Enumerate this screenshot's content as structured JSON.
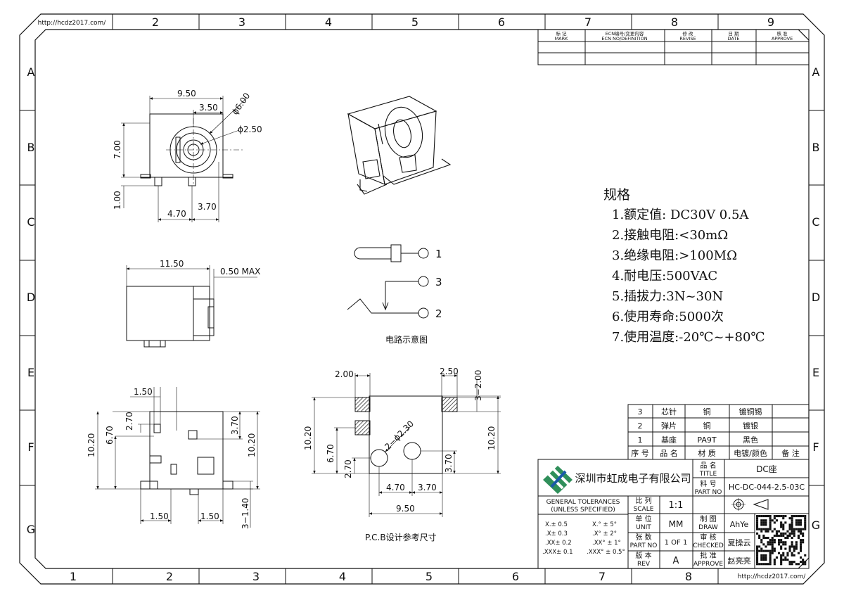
{
  "border": {
    "url": "http://hcdz2017.com/",
    "columns": [
      "1",
      "2",
      "3",
      "4",
      "5",
      "6",
      "7",
      "8",
      "9"
    ],
    "rows": [
      "A",
      "B",
      "C",
      "D",
      "E",
      "F",
      "G"
    ]
  },
  "revision_table": {
    "headers": [
      {
        "cn": "标 记",
        "en": "MARK"
      },
      {
        "cn": "ECN编号/变更内容",
        "en": "ECN NO/DEFINITION"
      },
      {
        "cn": "修 改",
        "en": "REVISE"
      },
      {
        "cn": "日 期",
        "en": "DATE"
      },
      {
        "cn": "核 准",
        "en": "APPROVE"
      }
    ]
  },
  "top_view": {
    "dim_width": "9.50",
    "dim_offset": "3.50",
    "dim_d6": "ϕ6.00",
    "dim_d25": "ϕ2.50",
    "dim_height": "7.00",
    "dim_pin_h": "1.00",
    "dim_pin1": "4.70",
    "dim_pin2": "3.70"
  },
  "side_view": {
    "dim_len": "11.50",
    "dim_max": "0.50 MAX"
  },
  "bottom_view": {
    "d150_top": "1.50",
    "d270": "2.70",
    "d670": "6.70",
    "d1020_left": "10.20",
    "d370": "3.70",
    "d1020_right": "10.20",
    "d150_bl": "1.50",
    "d150_br": "1.50",
    "d3140": "3−1.40"
  },
  "pcb_view": {
    "d200": "2.00",
    "d250": "2.50",
    "d3200": "3−2.00",
    "d1020_left": "10.20",
    "d670": "6.70",
    "d270": "2.70",
    "hole": "2−ϕ2.30",
    "d470": "4.70",
    "d370_h": "3.70",
    "d370_v": "3.70",
    "d950": "9.50",
    "d1020_right": "10.20",
    "caption": "P.C.B设计参考尺寸"
  },
  "circuit": {
    "pin1": "1",
    "pin3": "3",
    "pin2": "2",
    "caption": "电路示意图"
  },
  "specs": {
    "title": "规格",
    "lines": [
      "1.额定值: DC30V 0.5A",
      "2.接触电阻:<30mΩ",
      "3.绝缘电阻:>100MΩ",
      "4.耐电压:500VAC",
      "5.插拔力:3N~30N",
      "6.使用寿命:5000次",
      "7.使用温度:-20℃~+80℃"
    ]
  },
  "bom": {
    "rows": [
      {
        "no": "3",
        "name": "芯针",
        "material": "铜",
        "finish": "镀铜锡",
        "note": ""
      },
      {
        "no": "2",
        "name": "弹片",
        "material": "铜",
        "finish": "镀银",
        "note": ""
      },
      {
        "no": "1",
        "name": "基座",
        "material": "PA9T",
        "finish": "黑色",
        "note": ""
      }
    ],
    "header": {
      "no": "序 号",
      "name": "品 名",
      "material": "材 质",
      "finish": "电镀/颜色",
      "note": "备 注"
    }
  },
  "title_block": {
    "company": "深圳市虹成电子有限公司",
    "title_cn": "品 名",
    "title_en": "TITLE",
    "title_val": "DC座",
    "partno_cn": "料 号",
    "partno_en": "PART NO",
    "partno_val": "HC-DC-044-2.5-03C",
    "tol_l1": "GENERAL TOLERANCES",
    "tol_l2": "(UNLESS SPECIFIED)",
    "scale_cn": "比 列",
    "scale_en": "SCALE",
    "scale_val": "1:1",
    "tols": [
      {
        "a": "X.± 0.5",
        "b": "X.° ± 5°"
      },
      {
        "a": ".X± 0.3",
        "b": ".X° ± 2°"
      },
      {
        "a": ".XX± 0.2",
        "b": ".XX° ± 1°"
      },
      {
        "a": ".XXX± 0.1",
        "b": ".XXX° ± 0.5°"
      }
    ],
    "unit_cn": "单 位",
    "unit_en": "UNIT",
    "unit_val": "MM",
    "sheet_cn": "张 数",
    "sheet_en": "PART NO",
    "sheet_val": "1 OF 1",
    "rev_cn": "版 本",
    "rev_en": "REV",
    "rev_val": "A",
    "draw_cn": "制 图",
    "draw_en": "DRAW",
    "draw_val": "AhYe",
    "check_cn": "审 核",
    "check_en": "CHECKED",
    "check_val": "夏操云",
    "approve_cn": "批 准",
    "approve_en": "APPROVE",
    "approve_val": "赵亮亮"
  }
}
